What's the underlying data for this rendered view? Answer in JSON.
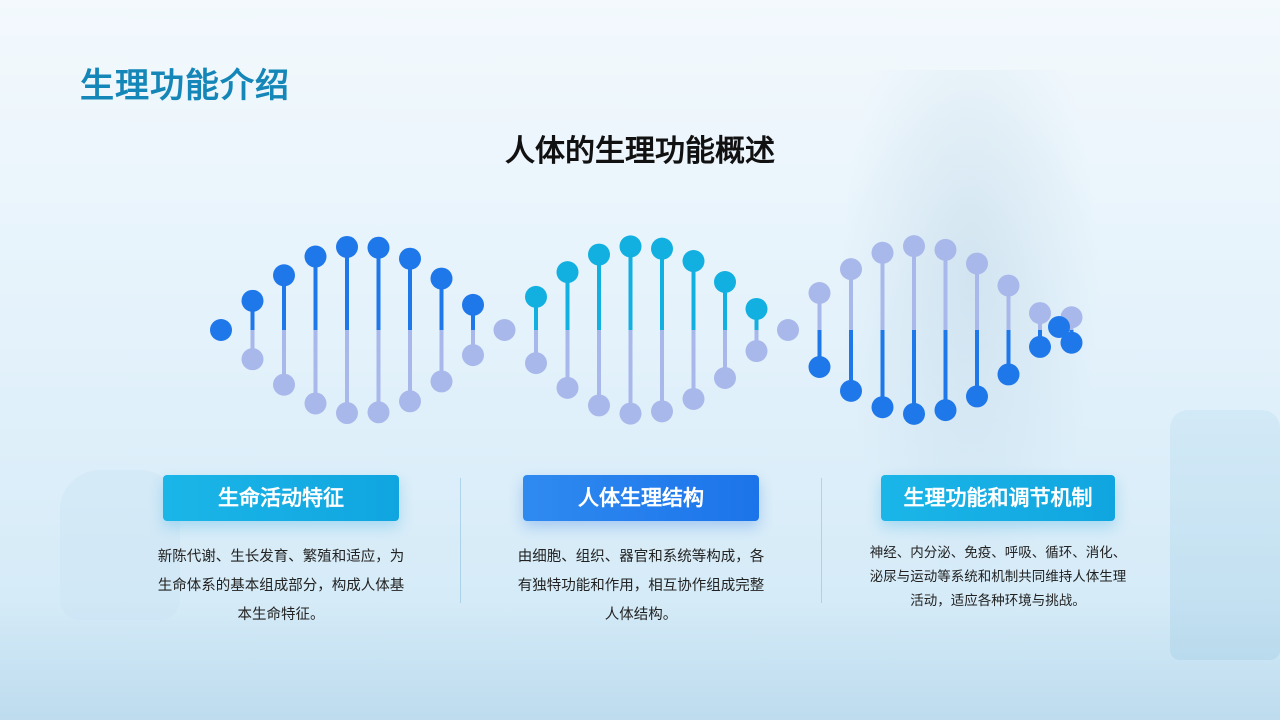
{
  "title": "生理功能介绍",
  "subtitle": "人体的生理功能概述",
  "colors": {
    "title": "#1487b8",
    "dark_blue": "#1f78ea",
    "cyan": "#12b0e0",
    "lavender": "#a9b8ea"
  },
  "sections": [
    {
      "label": "生命活动特征",
      "text": "新陈代谢、生长发育、繁殖和适应，为生命体系的基本组成部分，构成人体基本生命特征。"
    },
    {
      "label": "人体生理结构",
      "text": "由细胞、组织、器官和系统等构成，各有独特功能和作用，相互协作组成完整人体结构。"
    },
    {
      "label": "生理功能和调节机制",
      "text": "神经、内分泌、免疫、呼吸、循环、消化、泌尿与运动等系统和机制共同维持人体生理活动，适应各种环境与挑战。"
    }
  ]
}
